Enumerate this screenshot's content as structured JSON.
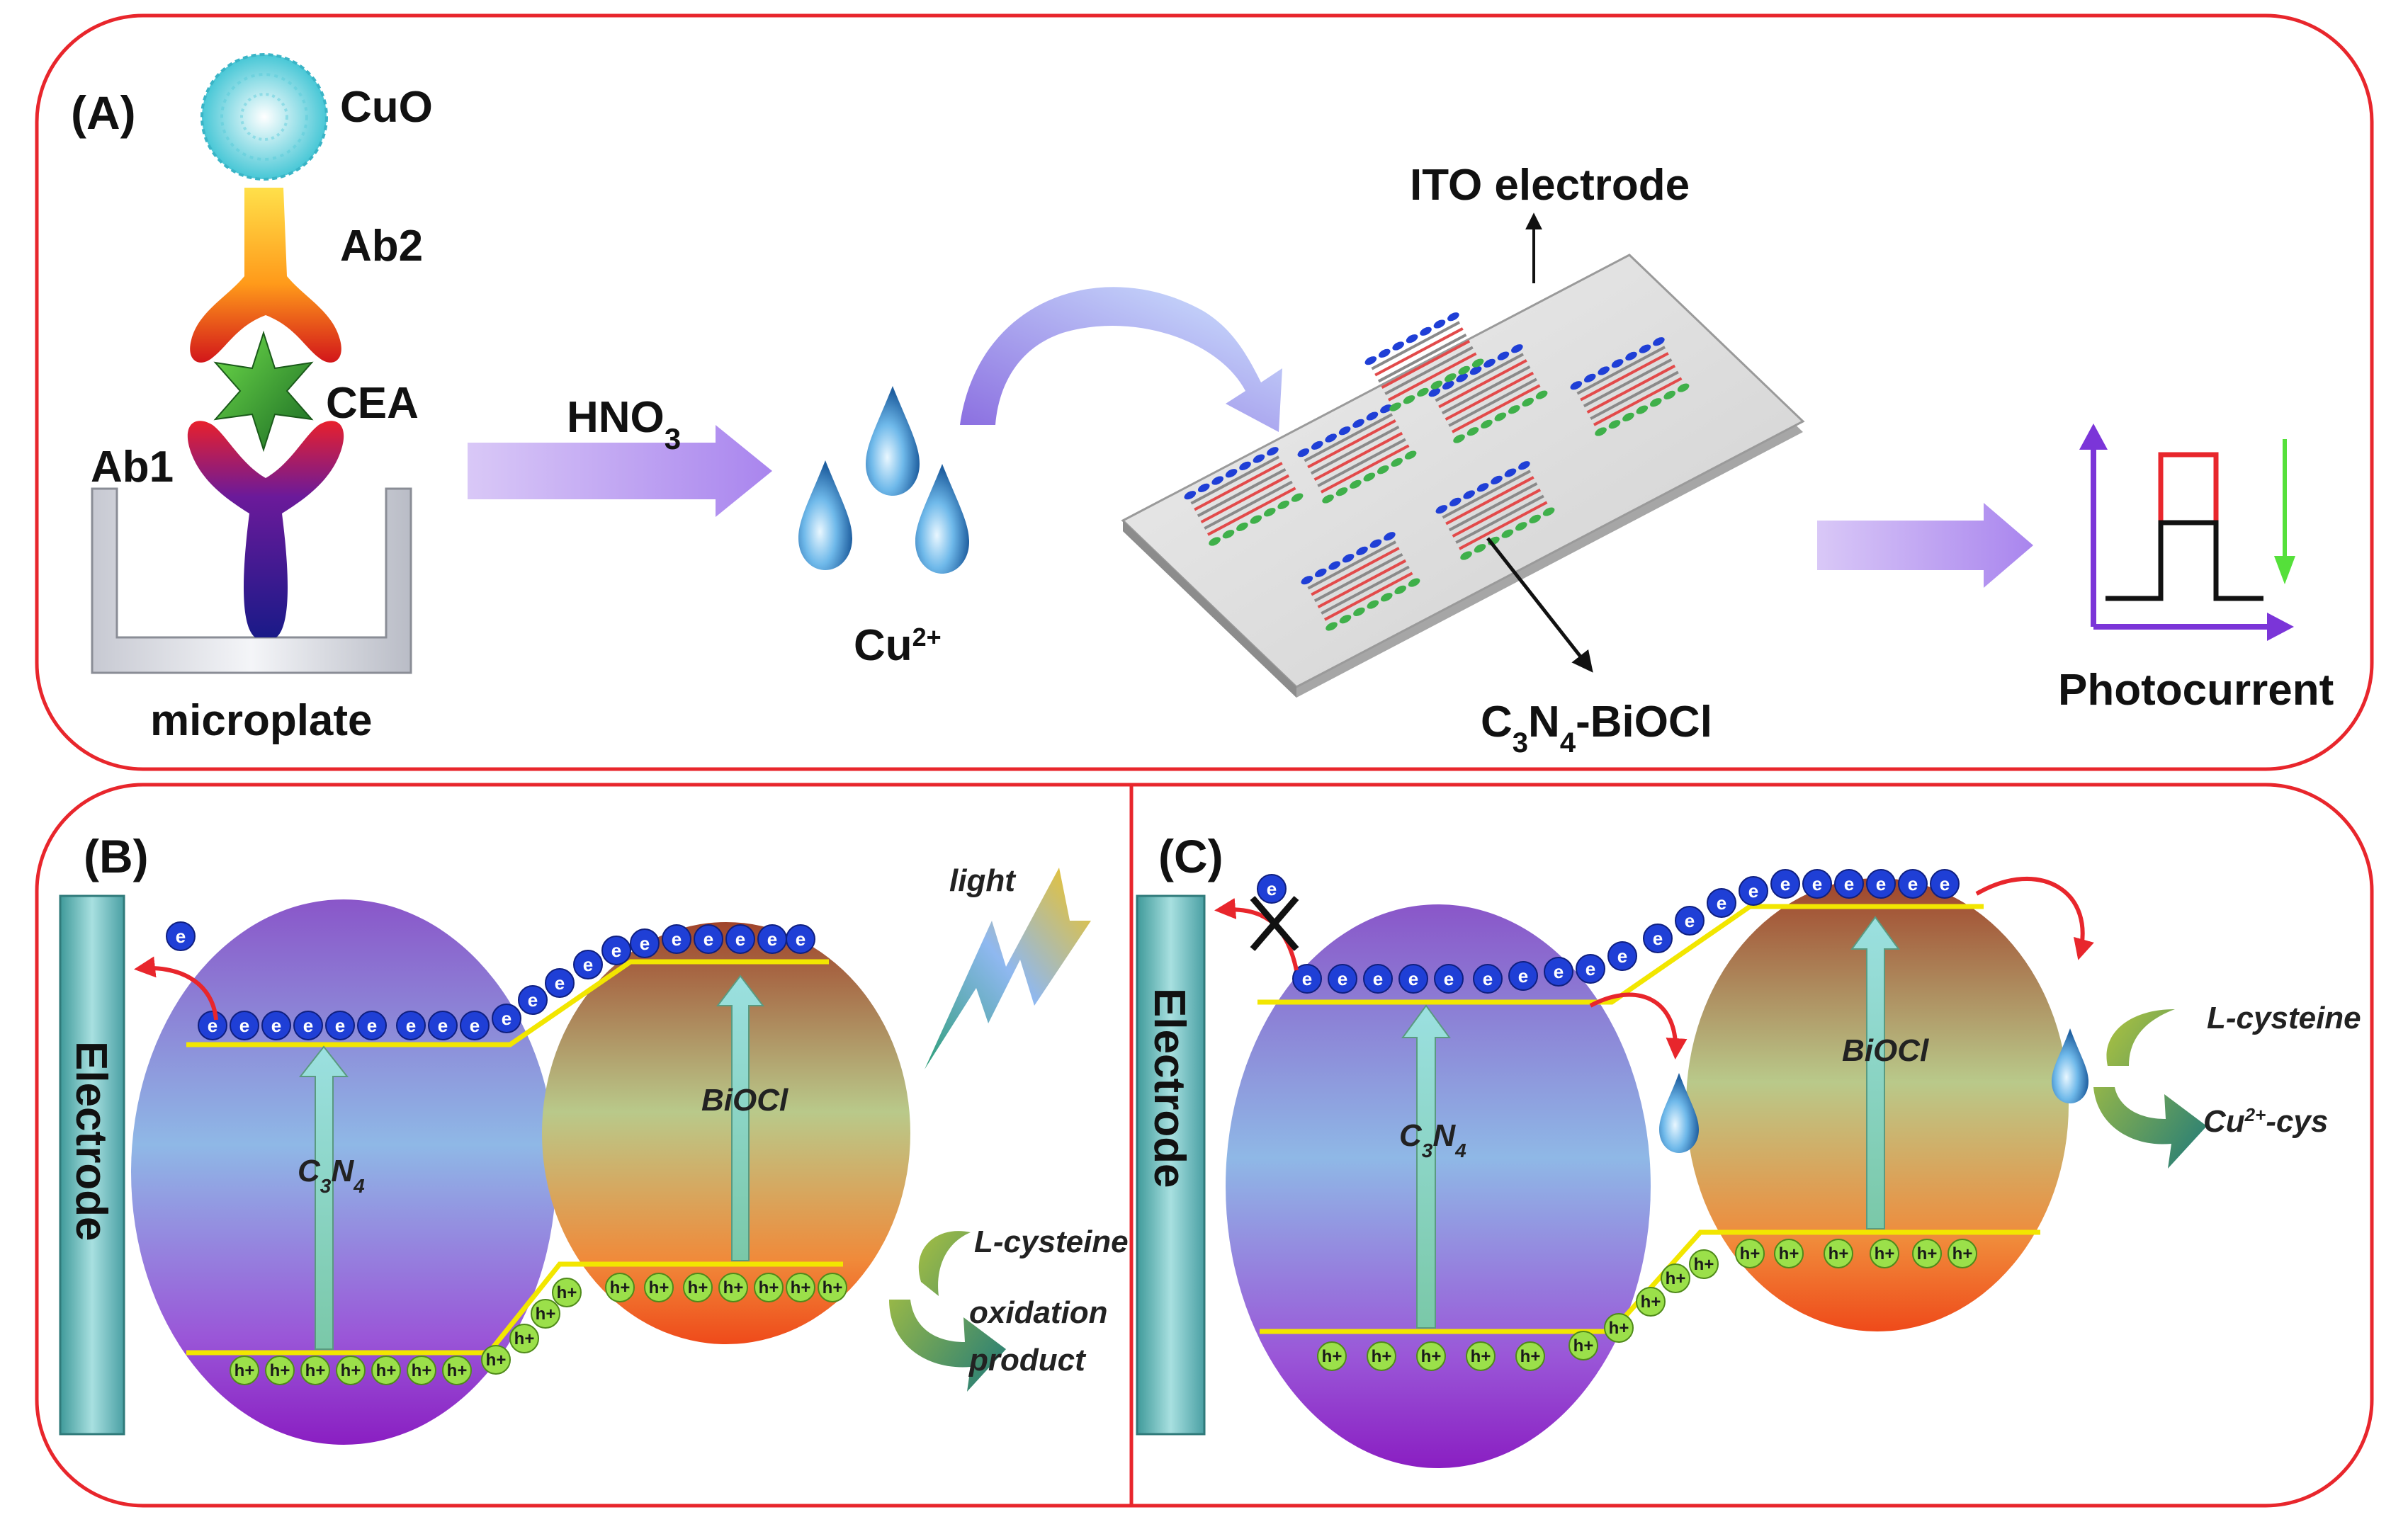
{
  "panels": {
    "a": "(A)",
    "b": "(B)",
    "c": "(C)"
  },
  "panel_a": {
    "cuo": "CuO",
    "ab2": "Ab2",
    "cea": "CEA",
    "ab1": "Ab1",
    "microplate": "microplate",
    "hno3": "HNO",
    "hno3_sub": "3",
    "cu_ion": "Cu",
    "cu_ion_sup": "2+",
    "ito": "ITO electrode",
    "c3n4_biocl": {
      "c": "C",
      "s1": "3",
      "n": "N",
      "s2": "4",
      "rest": "-BiOCl"
    },
    "photocurrent": "Photocurrent"
  },
  "panel_b": {
    "electrode": "Electrode",
    "light": "light",
    "c3n4": {
      "c": "C",
      "s1": "3",
      "n": "N",
      "s2": "4"
    },
    "biocl": "BiOCl",
    "lcysteine": "L-cysteine",
    "oxidation": "oxidation",
    "product": "product",
    "electron": "e",
    "hole": "h+"
  },
  "panel_c": {
    "electrode": "Electrode",
    "c3n4": {
      "c": "C",
      "s1": "3",
      "n": "N",
      "s2": "4"
    },
    "biocl": "BiOCl",
    "lcysteine": "L-cysteine",
    "cu_cys": {
      "a": "Cu",
      "sup": "2+",
      "b": "-cys"
    }
  },
  "colors": {
    "frame_red": "#e8262c",
    "band_yellow": "#f2e600",
    "arrow_purple": "#b79af0",
    "electron_blue": "#1f3fd6",
    "hole_green": "#9be04a",
    "signal_red": "#e8262c",
    "signal_green": "#55e03a",
    "axis_purple": "#7b35d8"
  }
}
